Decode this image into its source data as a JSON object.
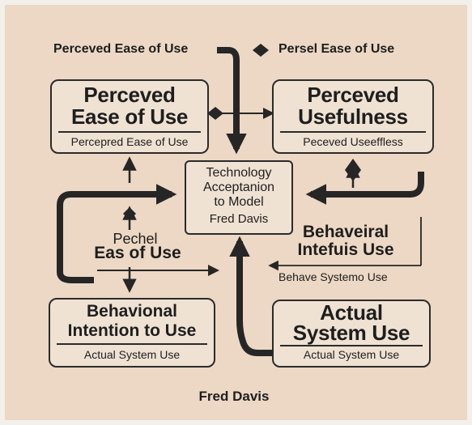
{
  "top_left_label": "Perceved Ease of Use",
  "top_right_label": "Persel Ease of Use",
  "box_peou": {
    "title_line1": "Perceved",
    "title_line2": "Ease of Use",
    "subtitle": "Percepred Ease of Use"
  },
  "box_pu": {
    "title_line1": "Perceved",
    "title_line2": "Usefulness",
    "subtitle": "Peceved Useeffless"
  },
  "box_center": {
    "line1": "Technology",
    "line2": "Acceptanion",
    "line3": "to Model",
    "line4": "Fred Davis"
  },
  "left_mid_label": {
    "line1": "Pechel",
    "line2": "Eas of Use"
  },
  "right_mid_label": {
    "line1": "Behaveiral",
    "line2": "Intefuis Use"
  },
  "right_small_label": "Behave Systemo Use",
  "box_bi": {
    "title_line1": "Behavional",
    "title_line2": "Intention to Use",
    "subtitle": "Actual System Use"
  },
  "box_asu": {
    "title_line1": "Actual",
    "title_line2": "System Use",
    "subtitle": "Actual System Use"
  },
  "footer": "Fred Davis",
  "colors": {
    "background": "#ecd8c4",
    "box_fill": "#efe2d3",
    "ink": "#2b2b2b"
  }
}
